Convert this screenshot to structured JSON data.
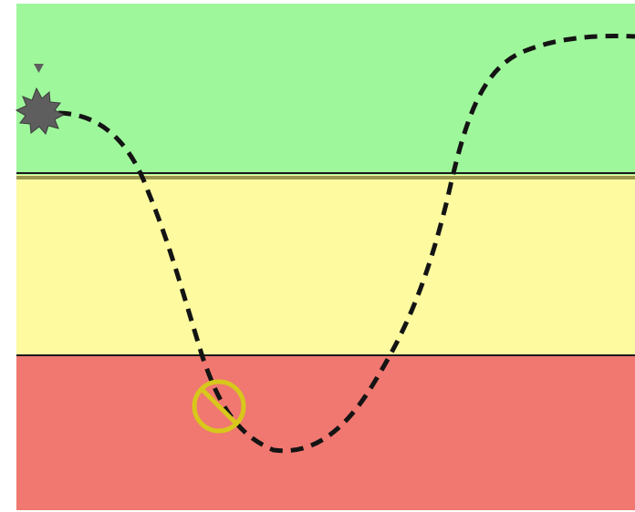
{
  "colors": {
    "background": "#ffffff",
    "zone_top": "#9ef79b",
    "zone_middle": "#fefaa0",
    "zone_bottom": "#f07870",
    "divider": "#1a1a1a",
    "path": "#141414",
    "start_marker": "#5e5e5e",
    "no_symbol": "#d7c81b"
  },
  "zones": [
    {
      "name": "top-zone"
    },
    {
      "name": "middle-zone"
    },
    {
      "name": "bottom-zone"
    }
  ],
  "icons": {
    "start": "splat-icon",
    "flag": "triangle-flag-icon",
    "end": "prohibited-icon"
  }
}
